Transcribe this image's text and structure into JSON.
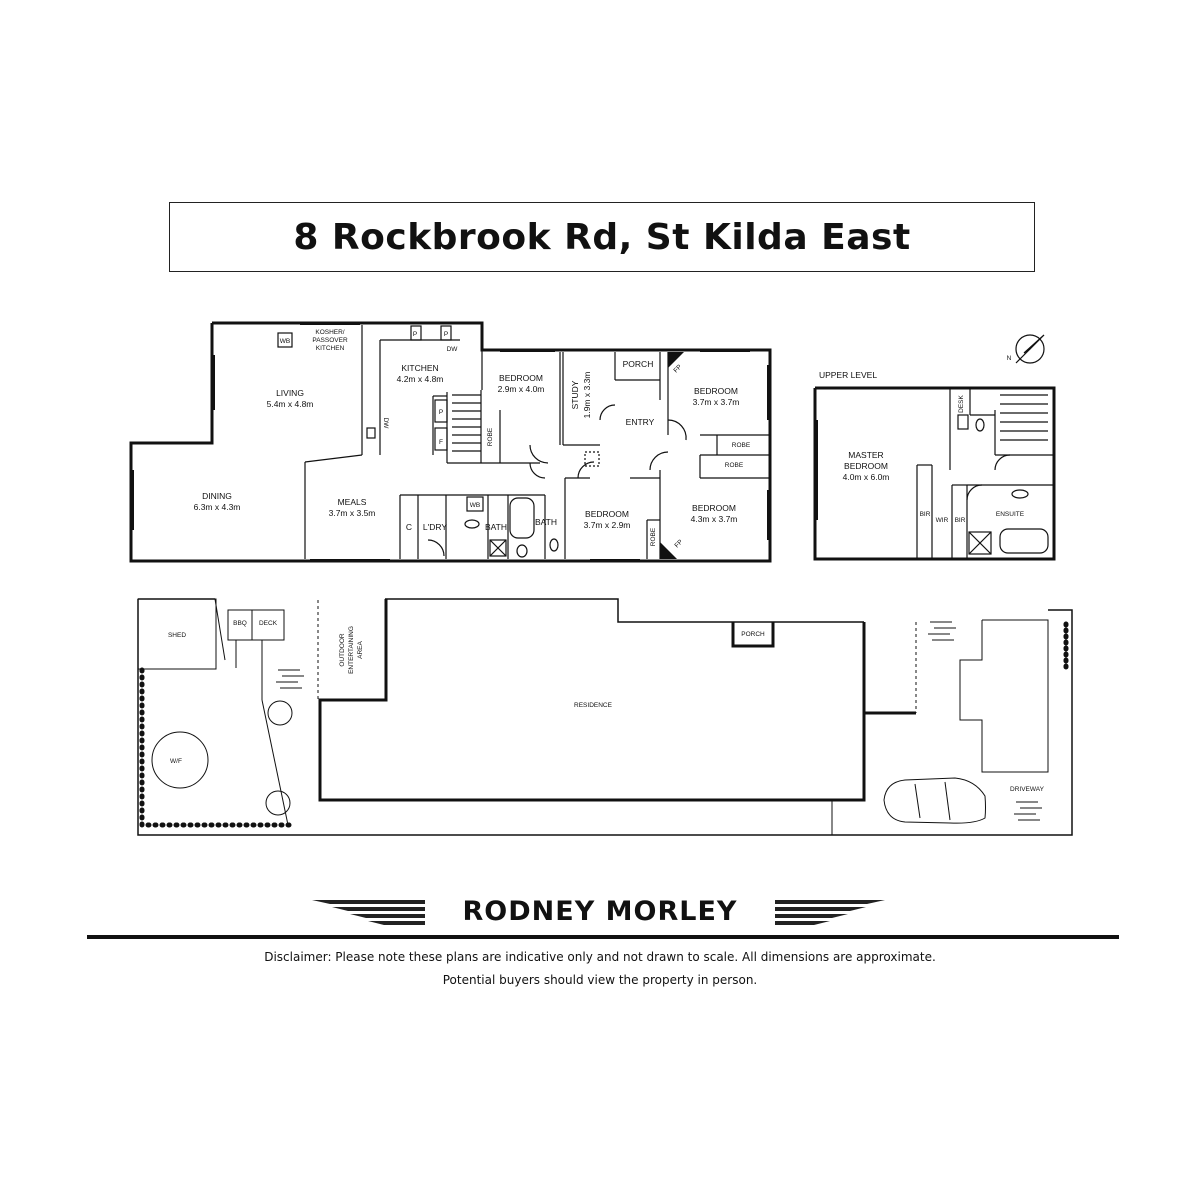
{
  "title": "8 Rockbrook Rd, St Kilda East",
  "ground_floor": {
    "living": {
      "name": "LIVING",
      "dims": "5.4m x 4.8m"
    },
    "dining": {
      "name": "DINING",
      "dims": "6.3m x 4.3m"
    },
    "meals": {
      "name": "MEALS",
      "dims": "3.7m x 3.5m"
    },
    "kitchen": {
      "name": "KITCHEN",
      "dims": "4.2m x 4.8m"
    },
    "kosher_line1": "KOSHER/",
    "kosher_line2": "PASSOVER",
    "kosher_line3": "KITCHEN",
    "bedroom_mid": {
      "name": "BEDROOM",
      "dims": "2.9m x 4.0m"
    },
    "study": {
      "name": "STUDY",
      "dims": "1.9m x 3.3m"
    },
    "porch": "PORCH",
    "entry": "ENTRY",
    "bedroom_tr": {
      "name": "BEDROOM",
      "dims": "3.7m x 3.7m"
    },
    "bedroom_br": {
      "name": "BEDROOM",
      "dims": "4.3m x 3.7m"
    },
    "bedroom_bm": {
      "name": "BEDROOM",
      "dims": "3.7m x 2.9m"
    },
    "robe": "ROBE",
    "ldry": "L'DRY",
    "bath": "BATH",
    "c": "C",
    "p": "P",
    "f": "F",
    "dw": "DW",
    "wb": "WB",
    "fp": "FP"
  },
  "upper_level": {
    "label": "UPPER LEVEL",
    "master": {
      "name1": "MASTER",
      "name2": "BEDROOM",
      "dims": "4.0m x 6.0m"
    },
    "bir": "BIR",
    "wir": "WIR",
    "ensuite": "ENSUITE",
    "desk": "DESK",
    "compass": "N"
  },
  "site": {
    "shed": "SHED",
    "bbq": "BBQ",
    "deck": "DECK",
    "outdoor1": "OUTDOOR",
    "outdoor2": "ENTERTAINING",
    "outdoor3": "AREA",
    "porch": "PORCH",
    "residence": "RESIDENCE",
    "wf": "W/F",
    "driveway": "DRIVEWAY"
  },
  "brand": "RODNEY MORLEY",
  "disclaimer_line1": "Disclaimer: Please note these plans are indicative only and not drawn to scale. All dimensions are approximate.",
  "disclaimer_line2": "Potential buyers should view the property in person."
}
